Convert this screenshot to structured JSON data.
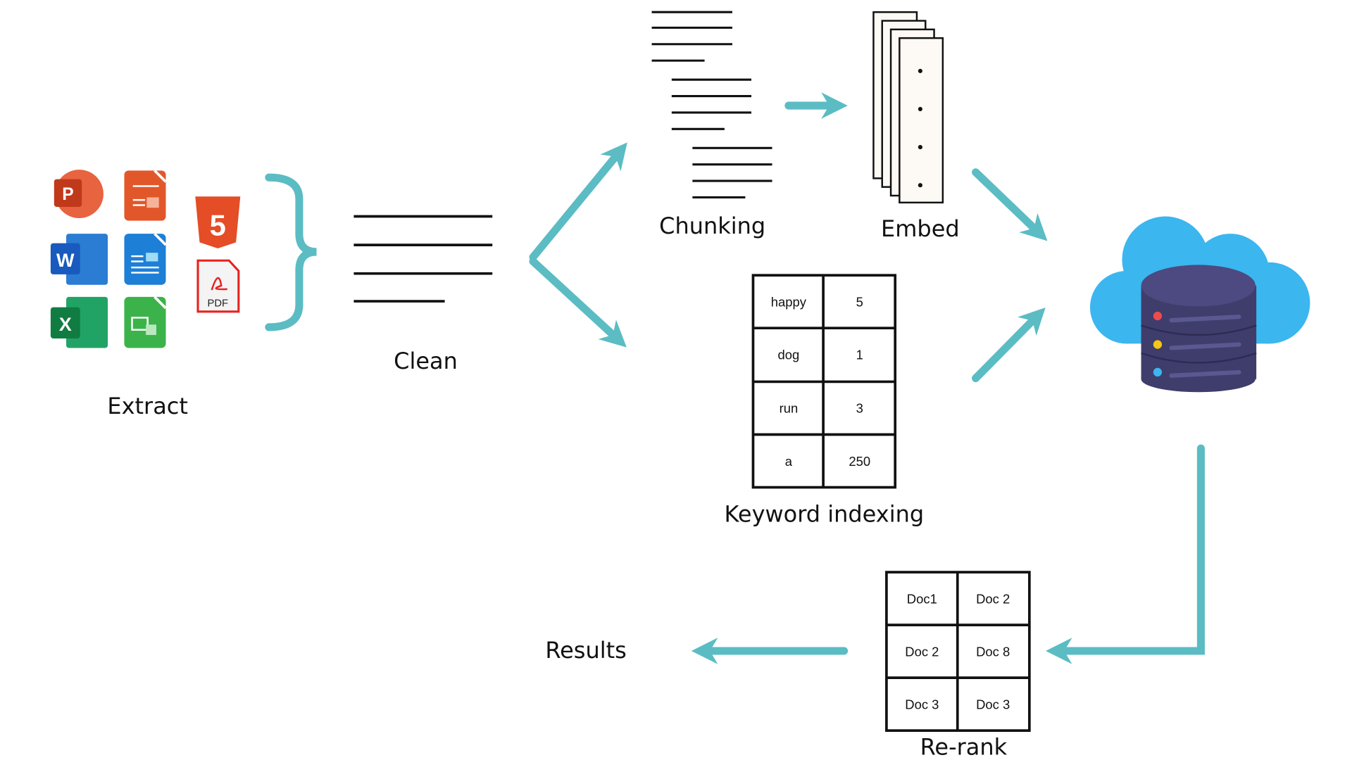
{
  "steps": {
    "extract": "Extract",
    "clean": "Clean",
    "chunking": "Chunking",
    "embed": "Embed",
    "keyword_indexing": "Keyword indexing",
    "rerank": "Re-rank",
    "results": "Results"
  },
  "icons": {
    "powerpoint": "P",
    "word": "W",
    "excel": "X",
    "html5": "5",
    "pdf": "PDF"
  },
  "keyword_table": [
    [
      "happy",
      "5"
    ],
    [
      "dog",
      "1"
    ],
    [
      "run",
      "3"
    ],
    [
      "a",
      "250"
    ]
  ],
  "rerank_table": [
    [
      "Doc1",
      "Doc 2"
    ],
    [
      "Doc 2",
      "Doc 8"
    ],
    [
      "Doc 3",
      "Doc 3"
    ]
  ],
  "colors": {
    "arrow": "#5bbcc4",
    "cloud": "#3bb6ef",
    "database": "#3f3d6b"
  }
}
